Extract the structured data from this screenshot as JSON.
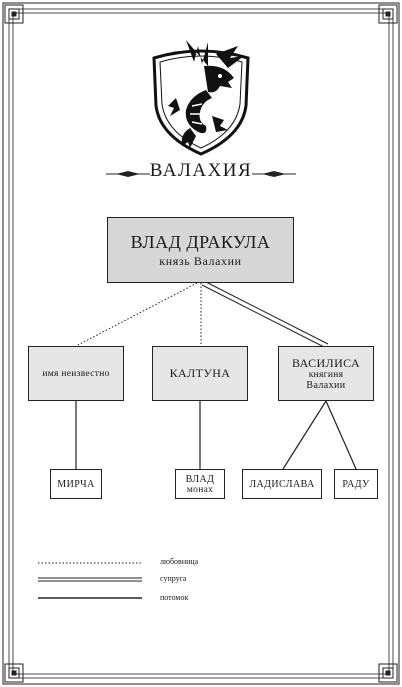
{
  "title": "ВАЛАХИЯ",
  "root": {
    "name": "ВЛАД ДРАКУЛА",
    "title": "князь Валахии"
  },
  "partners": [
    {
      "name": "имя неизвестно",
      "relation": "mistress"
    },
    {
      "name": "КАЛТУНА",
      "relation": "mistress"
    },
    {
      "name": "ВАСИЛИСА",
      "title_line1": "княгиня",
      "title_line2": "Валахии",
      "relation": "spouse"
    }
  ],
  "children": [
    {
      "name": "МИРЧА"
    },
    {
      "name_line1": "ВЛАД",
      "name_line2": "монах"
    },
    {
      "name": "ЛАДИСЛАВА"
    },
    {
      "name": "РАДУ"
    }
  ],
  "legend": {
    "mistress": "любовница",
    "spouse": "супруга",
    "descendant": "потомок"
  },
  "colors": {
    "root_box": "#d7d7d7",
    "partner_box": "#e6e6e6",
    "child_box": "#ffffff",
    "ink": "#1a1a1a"
  }
}
